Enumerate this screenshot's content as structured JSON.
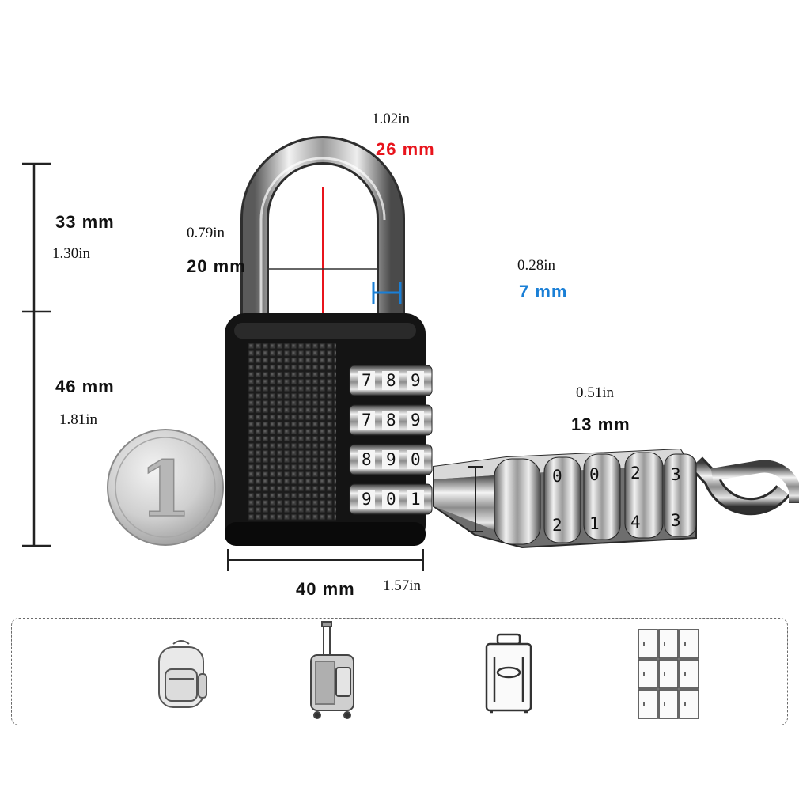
{
  "dimensions": {
    "shackle_inner_height": {
      "in": "1.02in",
      "mm": "26 mm",
      "mm_color": "#e8141c"
    },
    "shackle_height": {
      "mm": "33 mm",
      "in": "1.30in"
    },
    "shackle_inner_width": {
      "in": "0.79in",
      "mm": "20 mm"
    },
    "shackle_diameter": {
      "in": "0.28in",
      "mm": "7 mm",
      "mm_color": "#1a7fd6"
    },
    "body_height": {
      "mm": "46 mm",
      "in": "1.81in"
    },
    "body_thickness": {
      "in": "0.51in",
      "mm": "13 mm"
    },
    "body_width": {
      "mm": "40 mm",
      "in": "1.57in"
    }
  },
  "dials": [
    [
      "7",
      "8",
      "9"
    ],
    [
      "7",
      "8",
      "9"
    ],
    [
      "8",
      "9",
      "0"
    ],
    [
      "9",
      "0",
      "1"
    ]
  ],
  "side_dials": [
    "0",
    "0",
    "2",
    "3"
  ],
  "side_dials_lower": [
    "2",
    "1",
    "4",
    "3"
  ],
  "usage_icons": [
    "backpack-icon",
    "rolling-luggage-icon",
    "suitcase-icon",
    "locker-icon"
  ],
  "colors": {
    "lock_body": "#141414",
    "red_dimension": "#e8141c",
    "blue_dimension": "#1a7fd6"
  }
}
